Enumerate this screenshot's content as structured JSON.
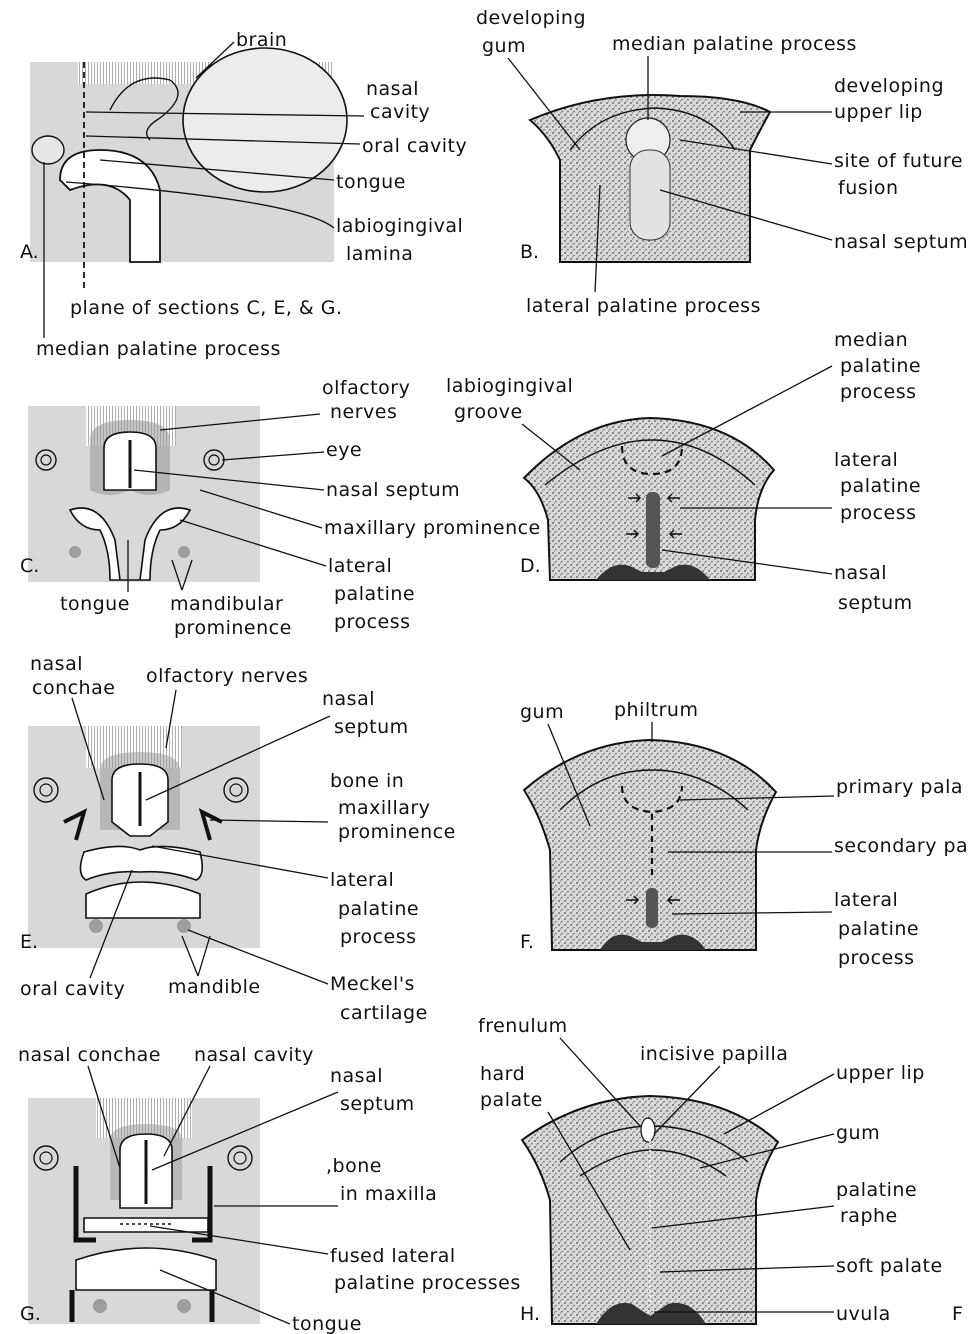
{
  "panels": {
    "A": {
      "letter": "A.",
      "labels": {
        "brain": "brain",
        "nasal_cavity_1": "nasal",
        "nasal_cavity_2": "cavity",
        "oral_cavity": "oral cavity",
        "tongue": "tongue",
        "labiogingival_1": "labiogingival",
        "labiogingival_2": "lamina",
        "plane": "plane of sections C, E, & G.",
        "median_palatine": "median palatine process"
      }
    },
    "B": {
      "letter": "B.",
      "labels": {
        "developing_gum_1": "developing",
        "developing_gum_2": "gum",
        "median_palatine": "median palatine process",
        "upper_lip_1": "developing",
        "upper_lip_2": "upper lip",
        "future_fusion_1": "site of future",
        "future_fusion_2": "fusion",
        "nasal_septum": "nasal septum",
        "lateral_palatine": "lateral palatine process"
      }
    },
    "C": {
      "letter": "C.",
      "labels": {
        "olfactory_1": "olfactory",
        "olfactory_2": "nerves",
        "eye": "eye",
        "nasal_septum": "nasal septum",
        "maxillary": "maxillary prominence",
        "lateral_1": "lateral",
        "lateral_2": "palatine",
        "lateral_3": "process",
        "tongue": "tongue",
        "mandibular_1": "mandibular",
        "mandibular_2": "prominence"
      }
    },
    "D": {
      "letter": "D.",
      "labels": {
        "labiogingival_1": "labiogingival",
        "labiogingival_2": "groove",
        "median_1": "median",
        "median_2": "palatine",
        "median_3": "process",
        "lateral_1": "lateral",
        "lateral_2": "palatine",
        "lateral_3": "process",
        "nasal_1": "nasal",
        "nasal_2": "septum"
      }
    },
    "E": {
      "letter": "E.",
      "labels": {
        "conchae_1": "nasal",
        "conchae_2": "conchae",
        "olfactory": "olfactory nerves",
        "septum_1": "nasal",
        "septum_2": "septum",
        "bone_1": "bone in",
        "bone_2": "maxillary",
        "bone_3": "prominence",
        "lateral_1": "lateral",
        "lateral_2": "palatine",
        "lateral_3": "process",
        "oral_cavity": "oral cavity",
        "mandible": "mandible",
        "meckel_1": "Meckel's",
        "meckel_2": "cartilage"
      }
    },
    "F": {
      "letter": "F.",
      "labels": {
        "gum": "gum",
        "philtrum": "philtrum",
        "primary": "primary pala",
        "secondary": "secondary pa",
        "lateral_1": "lateral",
        "lateral_2": "palatine",
        "lateral_3": "process"
      }
    },
    "G": {
      "letter": "G.",
      "labels": {
        "conchae": "nasal conchae",
        "cavity": "nasal cavity",
        "septum_1": "nasal",
        "septum_2": "septum",
        "bone_1": ",bone",
        "bone_2": "in maxilla",
        "fused_1": "fused lateral",
        "fused_2": "palatine processes",
        "tongue": "tongue"
      }
    },
    "H": {
      "letter": "H.",
      "labels": {
        "frenulum": "frenulum",
        "incisive": "incisive papilla",
        "hard_1": "hard",
        "hard_2": "palate",
        "upper_lip": "upper lip",
        "gum": "gum",
        "raphe_1": "palatine",
        "raphe_2": "raphe",
        "soft": "soft palate",
        "uvula": "uvula"
      }
    }
  },
  "edge_fragment": "F"
}
